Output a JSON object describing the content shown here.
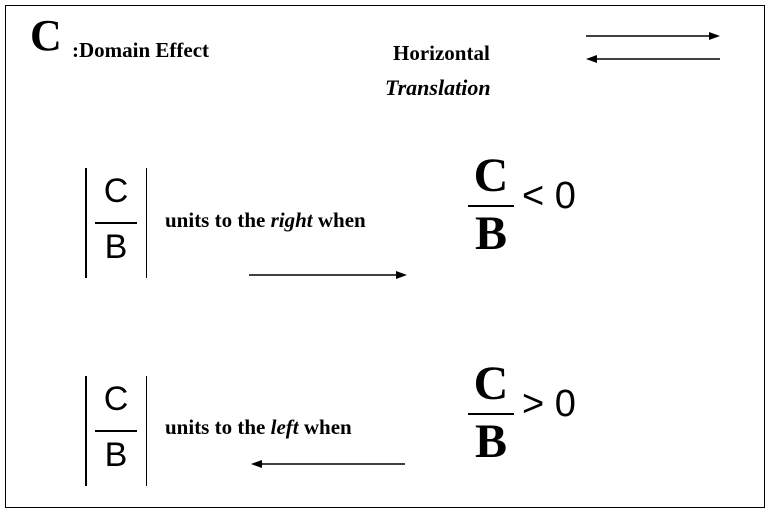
{
  "header": {
    "letter": "C",
    "domain_effect": ":Domain Effect",
    "horizontal": "Horizontal",
    "translation": "Translation"
  },
  "rows": [
    {
      "numerator": "C",
      "denominator": "B",
      "text_before": "units to the ",
      "direction": "right",
      "text_after": " when",
      "cond_numerator": "C",
      "cond_denominator": "B",
      "relation": "< 0",
      "arrow_icon": "right-arrow-icon"
    },
    {
      "numerator": "C",
      "denominator": "B",
      "text_before": "units to the ",
      "direction": "left",
      "text_after": " when",
      "cond_numerator": "C",
      "cond_denominator": "B",
      "relation": "> 0",
      "arrow_icon": "left-arrow-icon"
    }
  ],
  "icons": {
    "header_arrows": "bidirectional-arrows-icon"
  }
}
